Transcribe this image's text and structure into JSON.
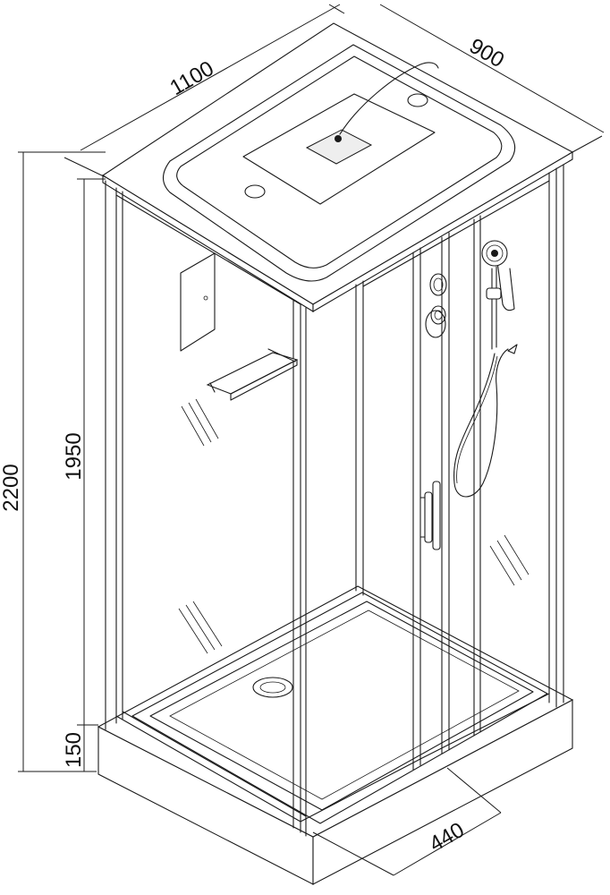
{
  "dimensions": {
    "width_top": "1100",
    "depth_top": "900",
    "total_height": "2200",
    "cabin_height": "1950",
    "tray_height": "150",
    "door_width": "440"
  }
}
